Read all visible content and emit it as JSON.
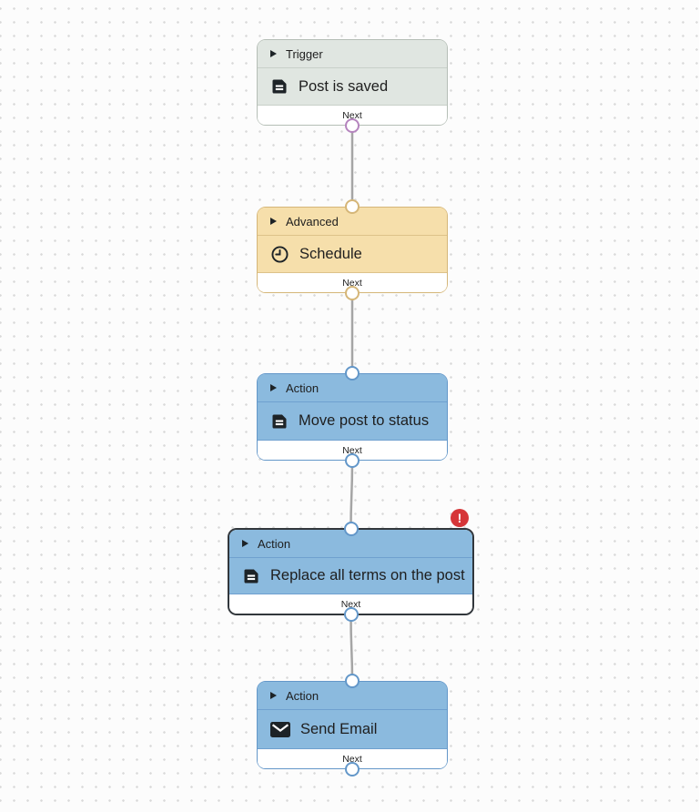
{
  "canvas": {
    "background": "#fcfcfc",
    "dot_color": "#d9d9d9"
  },
  "connector_color": "#a5a5a5",
  "error_badge": {
    "symbol": "!",
    "color": "#d63638"
  },
  "nodes": [
    {
      "category": "Trigger",
      "title": "Post is saved",
      "footer": "Next",
      "icon": "document-icon",
      "selected": false,
      "has_error": false,
      "colors": {
        "fill": "#e0e6e1",
        "border": "#b5beb6",
        "separator": "#c8d0c9",
        "port": "#b584be"
      }
    },
    {
      "category": "Advanced",
      "title": "Schedule",
      "footer": "Next",
      "icon": "clock-icon",
      "selected": false,
      "has_error": false,
      "colors": {
        "fill": "#f6dfab",
        "border": "#d5b678",
        "separator": "#ddc28a",
        "port": "#d5b678"
      }
    },
    {
      "category": "Action",
      "title": "Move post to status",
      "footer": "Next",
      "icon": "document-icon",
      "selected": false,
      "has_error": false,
      "colors": {
        "fill": "#8bbade",
        "border": "#6397c9",
        "separator": "#6fa0cf",
        "port": "#6397c9"
      }
    },
    {
      "category": "Action",
      "title": "Replace all terms on the post",
      "footer": "Next",
      "icon": "document-icon",
      "selected": true,
      "has_error": true,
      "colors": {
        "fill": "#8bbade",
        "border": "#32373c",
        "separator": "#6fa0cf",
        "port": "#6397c9"
      }
    },
    {
      "category": "Action",
      "title": "Send Email",
      "footer": "Next",
      "icon": "envelope-icon",
      "selected": false,
      "has_error": false,
      "colors": {
        "fill": "#8bbade",
        "border": "#6397c9",
        "separator": "#6fa0cf",
        "port": "#6397c9"
      }
    }
  ]
}
